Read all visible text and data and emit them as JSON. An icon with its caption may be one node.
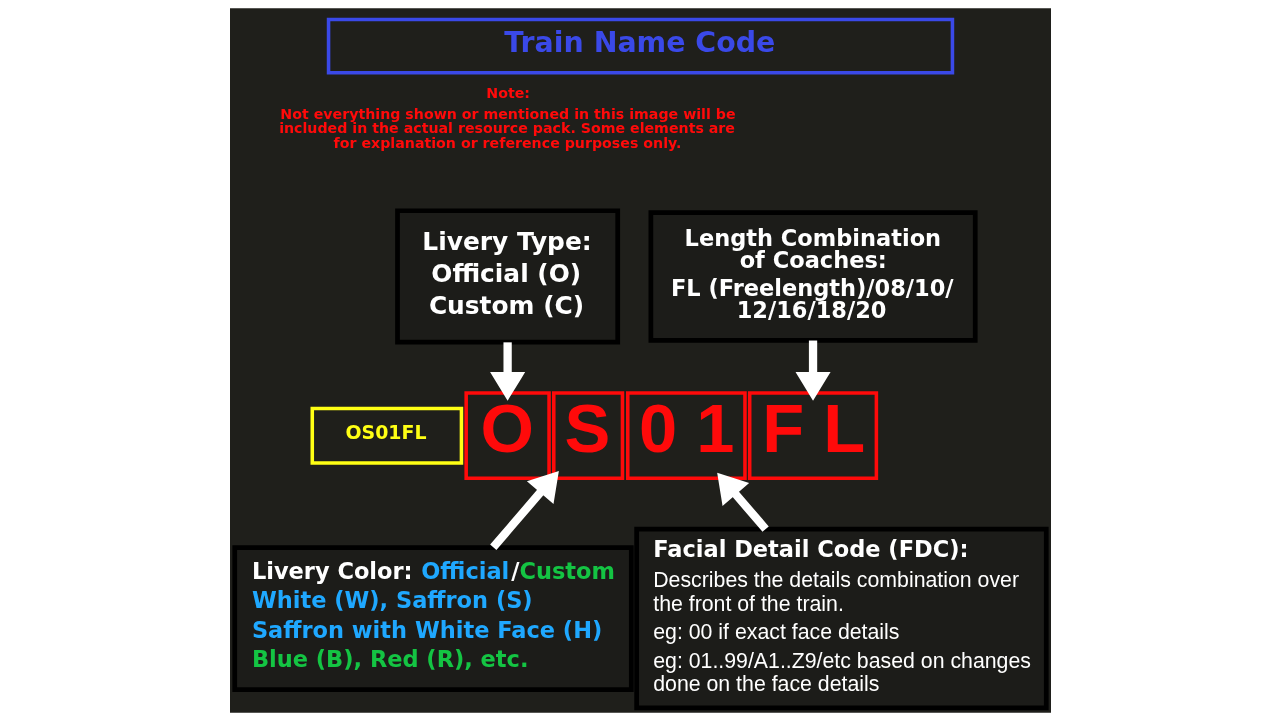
{
  "diagram": {
    "title": "Train Name Code",
    "nodes": [
      {
        "text": [
          "Livery Type:",
          "Official (O)",
          "Custom (C)"
        ]
      },
      {
        "text": [
          "Length Combination of Coaches:",
          "FL (Freelength)/08/10/12/16/18/20"
        ]
      },
      {
        "text": [
          "OS01FL"
        ]
      },
      {
        "text": [
          "O"
        ]
      },
      {
        "text": [
          "S"
        ]
      },
      {
        "text": [
          "0 1"
        ]
      },
      {
        "text": [
          "F L"
        ]
      },
      {
        "text": [
          "Livery Color: Official/Custom",
          "White (W), Saffron (S)",
          "Saffron with White Face (H)",
          "Blue (B), Red (R), etc."
        ]
      },
      {
        "text": [
          "Facial Detail Code (FDC):",
          "Describes the details combination over the front of the train.",
          "eg: 00 if exact face details",
          "eg: 01..99/A1..Z9/etc based on changes done on the face details"
        ]
      }
    ],
    "edges": [
      {
        "from": 0,
        "to": 3,
        "arrow": "to"
      },
      {
        "from": 1,
        "to": 6,
        "arrow": "to"
      },
      {
        "from": 7,
        "to": 4,
        "arrow": "to"
      },
      {
        "from": 8,
        "to": 5,
        "arrow": "to"
      }
    ],
    "labels": [
      "Note:",
      "Not everything shown or mentioned in this image will be included in the actual resource pack. Some elements are for explanation or reference purposes only."
    ]
  }
}
